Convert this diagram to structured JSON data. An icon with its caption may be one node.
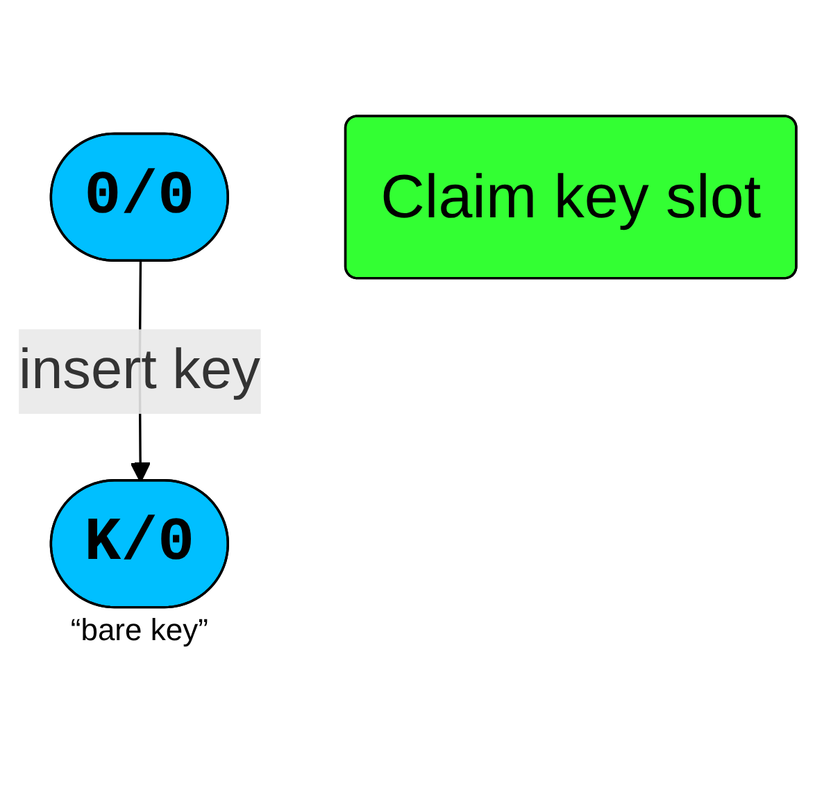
{
  "diagram": {
    "nodes": [
      {
        "text": [
          "0/0"
        ]
      },
      {
        "text": [
          "K/0"
        ],
        "beside": [
          "“bare key”"
        ]
      },
      {
        "text": [
          "Claim key slot"
        ]
      }
    ],
    "edges": [
      {
        "from": 0,
        "to": 1,
        "arrow": "to",
        "label": "insert key"
      }
    ]
  }
}
